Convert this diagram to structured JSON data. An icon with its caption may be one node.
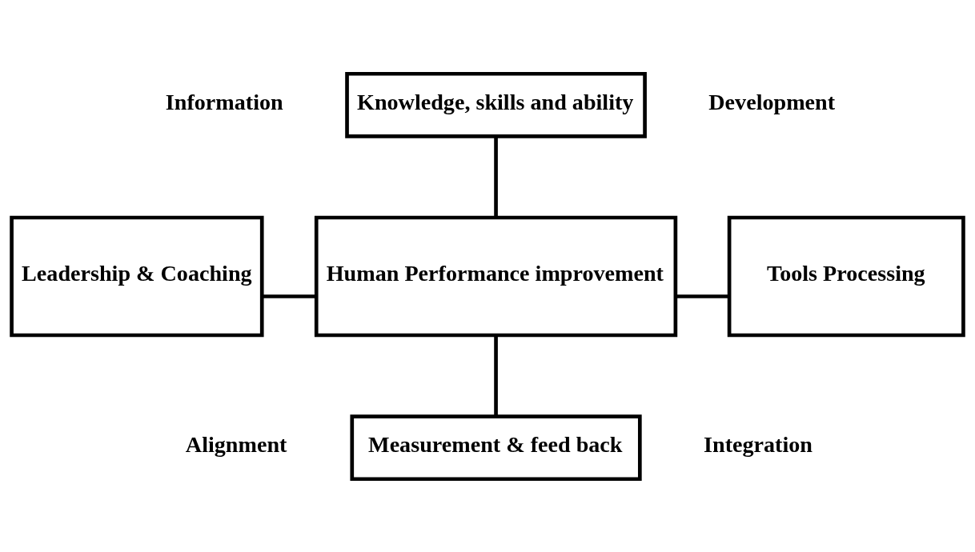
{
  "diagram": {
    "nodes": [
      {
        "text": [
          "Knowledge, skills and ability"
        ]
      },
      {
        "text": [
          "Leadership & Coaching"
        ]
      },
      {
        "text": [
          "Human Performance improvement"
        ]
      },
      {
        "text": [
          "Tools Processing"
        ]
      },
      {
        "text": [
          "Measurement & feed back"
        ]
      }
    ],
    "edges": [
      {
        "from": 0,
        "to": 2,
        "arrow": "none"
      },
      {
        "from": 1,
        "to": 2,
        "arrow": "none"
      },
      {
        "from": 2,
        "to": 3,
        "arrow": "none"
      },
      {
        "from": 2,
        "to": 4,
        "arrow": "none"
      }
    ],
    "labels": [
      "Information",
      "Development",
      "Alignment",
      "Integration"
    ]
  }
}
